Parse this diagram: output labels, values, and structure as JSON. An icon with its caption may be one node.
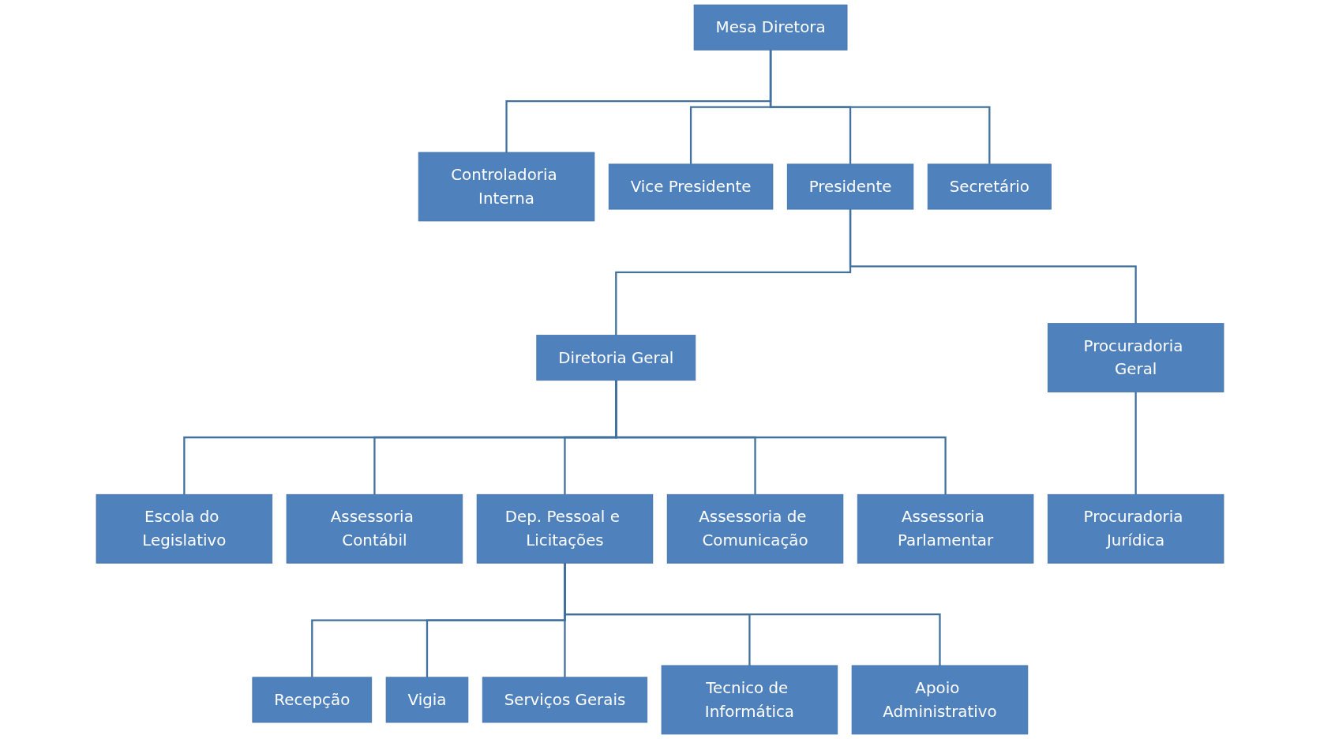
{
  "diagram": {
    "nodes": [
      {
        "text": [
          "Mesa Diretora"
        ]
      },
      {
        "text": [
          "Controladoria Interna"
        ]
      },
      {
        "text": [
          "Vice Presidente"
        ]
      },
      {
        "text": [
          "Presidente"
        ]
      },
      {
        "text": [
          "Secretário"
        ]
      },
      {
        "text": [
          "Diretoria Geral"
        ]
      },
      {
        "text": [
          "Procuradoria Geral"
        ]
      },
      {
        "text": [
          "Escola do Legislativo"
        ]
      },
      {
        "text": [
          "Assessoria Contábil"
        ]
      },
      {
        "text": [
          "Dep. Pessoal e Licitações"
        ]
      },
      {
        "text": [
          "Assessoria de Comunicação"
        ]
      },
      {
        "text": [
          "Assessoria Parlamentar"
        ]
      },
      {
        "text": [
          "Procuradoria Jurídica"
        ]
      },
      {
        "text": [
          "Recepção"
        ]
      },
      {
        "text": [
          "Vigia"
        ]
      },
      {
        "text": [
          "Serviços Gerais"
        ]
      },
      {
        "text": [
          "Tecnico de Informática"
        ]
      },
      {
        "text": [
          "Apoio Administrativo"
        ]
      }
    ],
    "edges": [
      {
        "from": 0,
        "to": 1,
        "arrow": "none"
      },
      {
        "from": 0,
        "to": 2,
        "arrow": "none"
      },
      {
        "from": 0,
        "to": 3,
        "arrow": "none"
      },
      {
        "from": 0,
        "to": 4,
        "arrow": "none"
      },
      {
        "from": 3,
        "to": 5,
        "arrow": "none"
      },
      {
        "from": 3,
        "to": 6,
        "arrow": "none"
      },
      {
        "from": 5,
        "to": 7,
        "arrow": "none"
      },
      {
        "from": 5,
        "to": 8,
        "arrow": "none"
      },
      {
        "from": 5,
        "to": 9,
        "arrow": "none"
      },
      {
        "from": 5,
        "to": 10,
        "arrow": "none"
      },
      {
        "from": 5,
        "to": 11,
        "arrow": "none"
      },
      {
        "from": 6,
        "to": 12,
        "arrow": "none"
      },
      {
        "from": 9,
        "to": 13,
        "arrow": "none"
      },
      {
        "from": 9,
        "to": 14,
        "arrow": "none"
      },
      {
        "from": 9,
        "to": 15,
        "arrow": "none"
      },
      {
        "from": 9,
        "to": 16,
        "arrow": "none"
      },
      {
        "from": 9,
        "to": 17,
        "arrow": "none"
      }
    ]
  }
}
